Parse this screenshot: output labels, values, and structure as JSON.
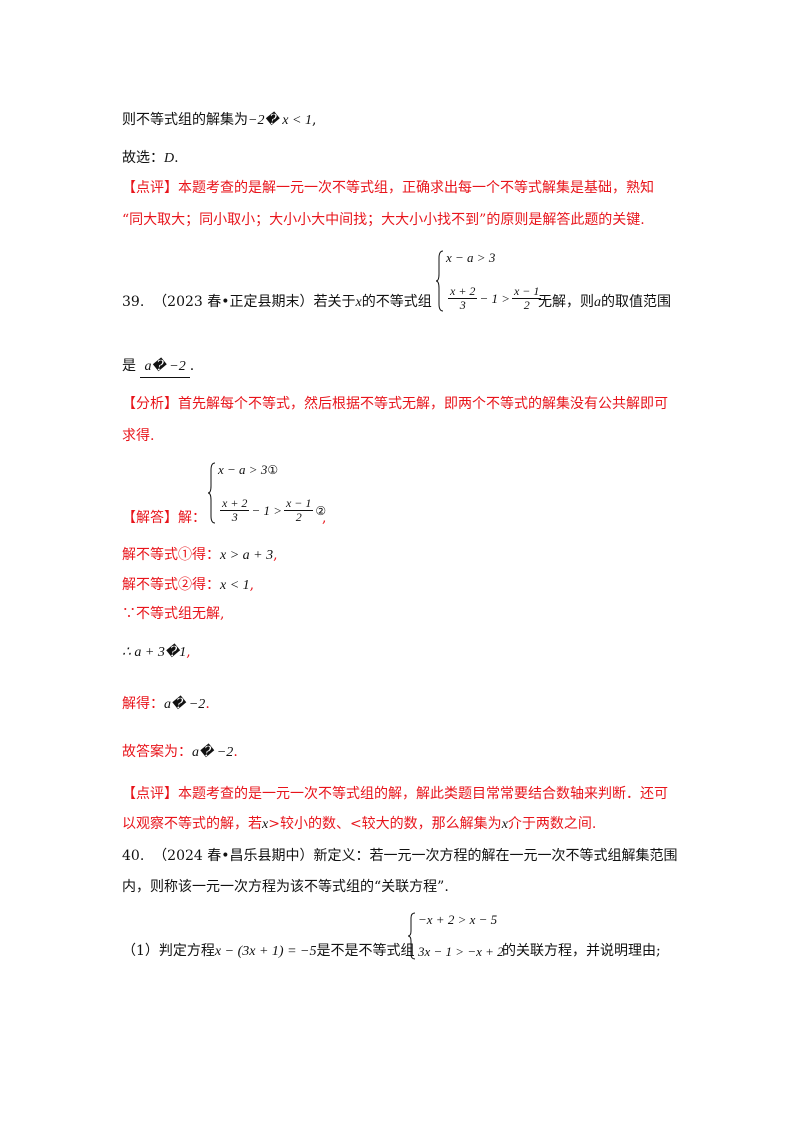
{
  "colors": {
    "text": "#111111",
    "accent": "#e8141b"
  },
  "l1": {
    "pre": "则不等式组的解集为",
    "math": "−2� x < 1",
    "post": ","
  },
  "l2": {
    "pre": "故选：",
    "math": "D",
    "post": "."
  },
  "review1": {
    "tag": "【点评】",
    "line1": "本题考查的是解一元一次不等式组，正确求出每一个不等式解集是基础，熟知",
    "line2": "“同大取大；同小取小；大小小大中间找；大大小小找不到”的原则是解答此题的关键."
  },
  "q39": {
    "num": "39.",
    "source": "（2023 春•正定县期末）",
    "pre": "若关于",
    "x": "x",
    "mid": "的不等式组",
    "post1": "无解，则",
    "a": "a",
    "post2": "的取值范围",
    "line2_pre": "是",
    "answer": "a� −2",
    "line2_post": ".",
    "sys_row1": "x − a > 3",
    "sys_num1": "x + 2",
    "sys_den1": "3",
    "sys_mid": "− 1 >",
    "sys_num2": "x − 1",
    "sys_den2": "2"
  },
  "analysis": {
    "tag": "【分析】",
    "line1": "首先解每个不等式，然后根据不等式无解，即两个不等式的解集没有公共解即可",
    "line2": "求得."
  },
  "solution": {
    "tag": "【解答】",
    "label": "解：",
    "row1": "x − a > 3",
    "mark1": "①",
    "num1": "x + 2",
    "den1": "3",
    "mid": "− 1 >",
    "num2": "x − 1",
    "den2": "2",
    "mark2": "②",
    "comma": ",",
    "s1_pre": "解不等式①得：",
    "s1_math": "x > a + 3",
    "s1_post": ",",
    "s2_pre": "解不等式②得：",
    "s2_math": "x < 1",
    "s2_post": ",",
    "s3": "∵不等式组无解,",
    "s4_math": "∴ a + 3�1",
    "s4_post": ",",
    "s5_pre": "解得：",
    "s5_math": "a� −2",
    "s5_post": ".",
    "s6_pre": "故答案为：",
    "s6_math": "a� −2",
    "s6_post": "."
  },
  "review2": {
    "tag": "【点评】",
    "line1": "本题考查的是一元一次不等式组的解，解此类题目常常要结合数轴来判断．还可",
    "line2_a": "以观察不等式的解，若",
    "line2_x": "x",
    "line2_b": ">较小的数、<较大的数，那么解集为",
    "line2_x2": "x",
    "line2_c": "介于两数之间."
  },
  "q40": {
    "num": "40.",
    "source": "（2024 春•昌乐县期中）",
    "line1_rest": "新定义：若一元一次方程的解在一元一次不等式组解集范围",
    "line2": "内，则称该一元一次方程为该不等式组的“关联方程”.",
    "p1_pre": "（1）判定方程",
    "p1_eq": "x − (3x + 1) = −5",
    "p1_mid": "是不是不等式组",
    "p1_post": "的关联方程，并说明理由;",
    "sys_row1": "−x + 2 > x − 5",
    "sys_row2": "3x − 1 > −x + 2"
  }
}
